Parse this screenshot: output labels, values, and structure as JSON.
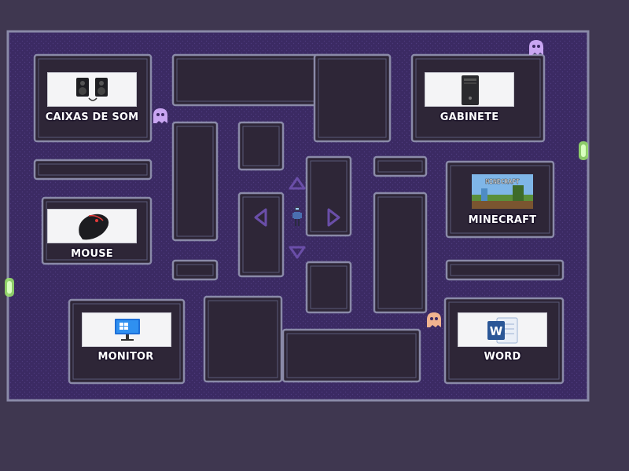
{
  "game": {
    "answers": [
      {
        "id": "caixas",
        "label": "CAIXAS DE SOM",
        "icon": "speakers-icon"
      },
      {
        "id": "gabinete",
        "label": "GABINETE",
        "icon": "pc-tower-icon"
      },
      {
        "id": "minecraft",
        "label": "MINECRAFT",
        "icon": "minecraft-cover-icon",
        "image_text": "MINECRAFT"
      },
      {
        "id": "mouse",
        "label": "MOUSE",
        "icon": "mouse-icon"
      },
      {
        "id": "monitor",
        "label": "MONITOR",
        "icon": "monitor-icon"
      },
      {
        "id": "word",
        "label": "WORD",
        "icon": "word-logo-icon",
        "image_text": "W"
      }
    ],
    "controls": [
      "up-arrow",
      "left-arrow",
      "right-arrow",
      "down-arrow"
    ],
    "ghosts": [
      {
        "color": "#c9a6f2"
      },
      {
        "color": "#c9a6f2"
      },
      {
        "color": "#f0b38f"
      }
    ],
    "colors": {
      "background": "#3f3750",
      "floor": "#3b2a63",
      "wall_fill": "#2e2637",
      "wall_edge": "#8a8aa8",
      "portal": "#9be86a",
      "arrow": "#6a4ea8"
    }
  }
}
